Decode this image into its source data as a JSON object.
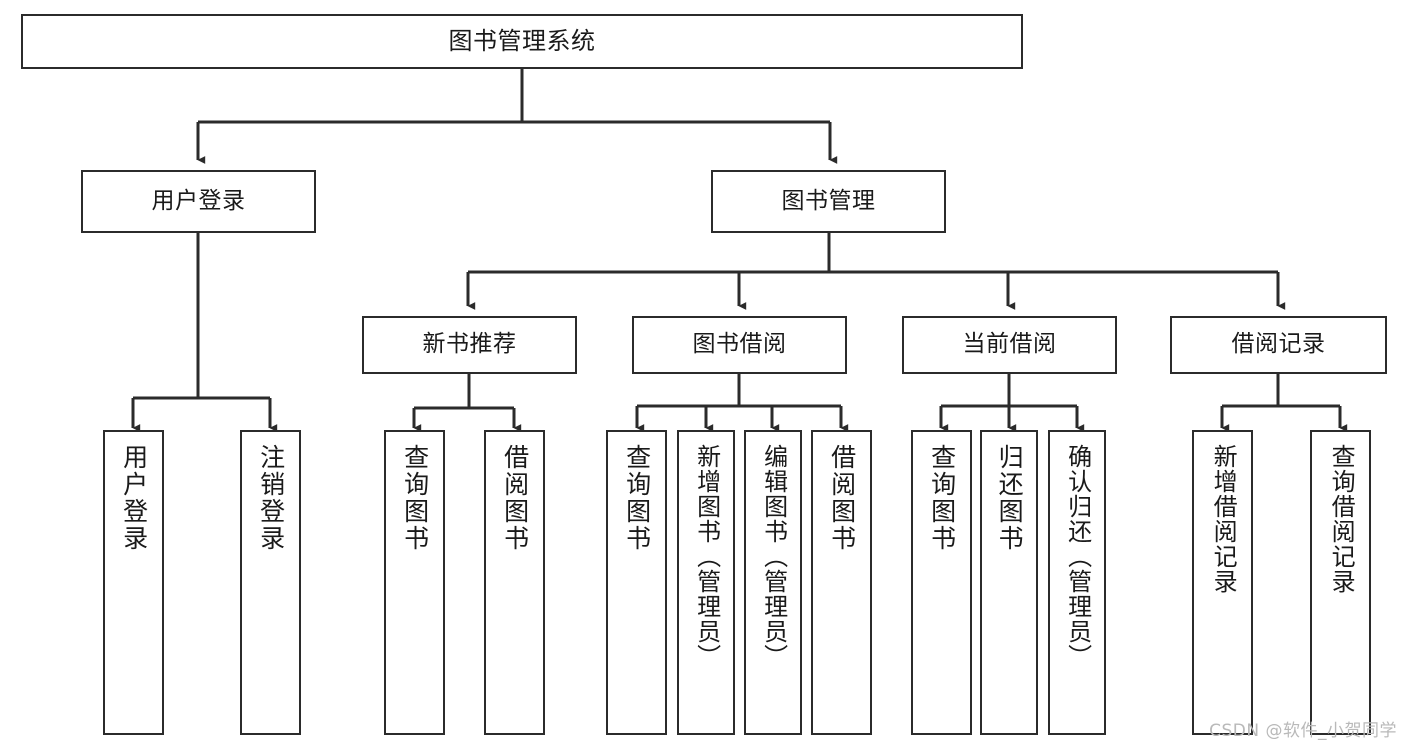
{
  "diagram": {
    "title": "图书管理系统",
    "watermark": "CSDN @软件_小贺同学",
    "line_color": "#2b2b2b",
    "box_fill": "#ffffff",
    "text_color": "#1a1a1a",
    "watermark_color": "#b9b9b9"
  },
  "nodes": {
    "root": {
      "label": "图书管理系统"
    },
    "level2": [
      {
        "label": "用户登录"
      },
      {
        "label": "图书管理"
      }
    ],
    "level3": [
      {
        "label": "新书推荐"
      },
      {
        "label": "图书借阅"
      },
      {
        "label": "当前借阅"
      },
      {
        "label": "借阅记录"
      }
    ],
    "leaves": {
      "user_login": [
        {
          "label": "用户登录"
        },
        {
          "label": "注销登录"
        }
      ],
      "new_book": [
        {
          "label": "查询图书"
        },
        {
          "label": "借阅图书"
        }
      ],
      "book_borrow": [
        {
          "label": "查询图书"
        },
        {
          "label": "新增图书（管理员）"
        },
        {
          "label": "编辑图书（管理员）"
        },
        {
          "label": "借阅图书"
        }
      ],
      "current_borrow": [
        {
          "label": "查询图书"
        },
        {
          "label": "归还图书"
        },
        {
          "label": "确认归还（管理员）"
        }
      ],
      "borrow_record": [
        {
          "label": "新增借阅记录"
        },
        {
          "label": "查询借阅记录"
        }
      ]
    }
  }
}
